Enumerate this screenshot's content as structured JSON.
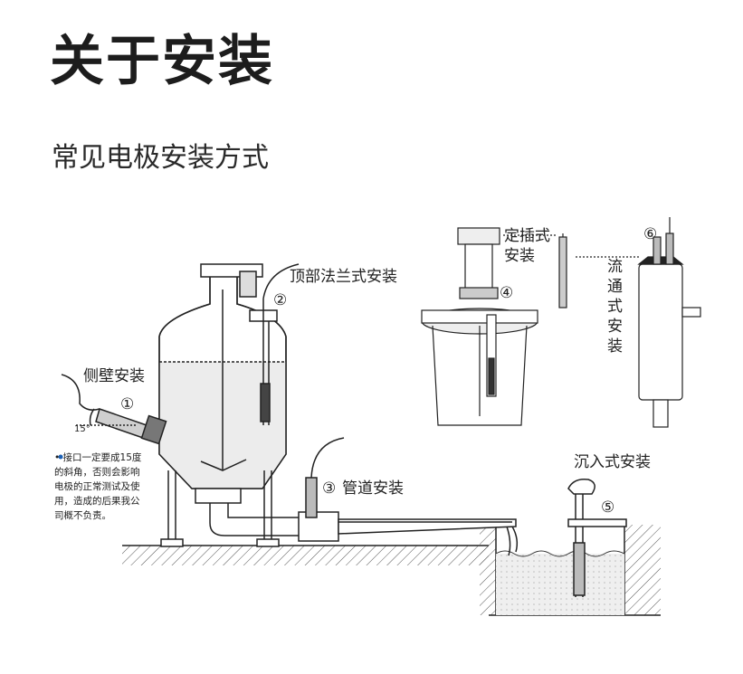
{
  "header": {
    "title": "关于安装",
    "subtitle": "常见电极安装方式"
  },
  "diagram": {
    "labels": {
      "side_wall": "侧壁安装",
      "top_flange": "顶部法兰式安装",
      "pipe": "管道安装",
      "insertion_line1": "定插式",
      "insertion_line2": "安装",
      "flow_through_vertical": [
        "流",
        "通",
        "式",
        "安",
        "装"
      ],
      "immersion": "沉入式安装"
    },
    "markers": [
      "①",
      "②",
      "③",
      "④",
      "⑤",
      "⑥"
    ],
    "angle": "15°",
    "note_lines": [
      "• 接口一定要成15度",
      "的斜角，否则会影响",
      "电极的正常测试及使",
      "用，造成的后果我公",
      "司概不负责。"
    ],
    "colors": {
      "line": "#222222",
      "note_bullet": "#1a5fb4",
      "liquid": "#e6e6e6"
    }
  }
}
